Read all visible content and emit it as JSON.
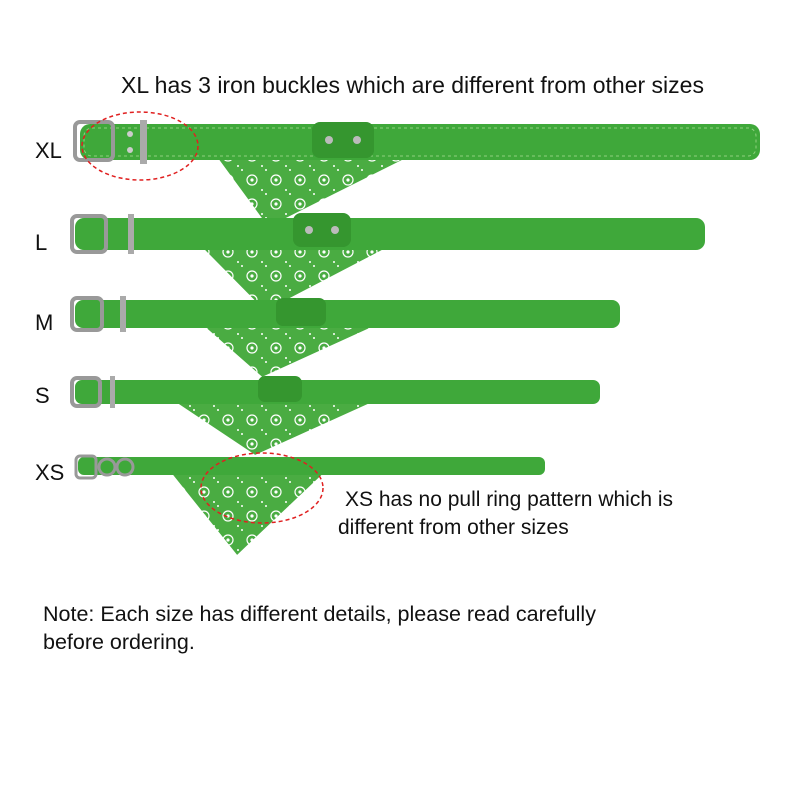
{
  "headline": "XL has 3 iron buckles which are different from other sizes",
  "sizes": [
    {
      "label": "XL"
    },
    {
      "label": "L"
    },
    {
      "label": "M"
    },
    {
      "label": "S"
    },
    {
      "label": "XS"
    }
  ],
  "xs_note": {
    "line1": "XS has no pull ring pattern which is",
    "line2": "different from other sizes"
  },
  "footer_note": {
    "line1": "Note: Each size has different details, please read carefully",
    "line2": "before ordering."
  },
  "colors": {
    "collar_green": "#3fa83a",
    "bandana_green": "#52b248",
    "highlight_red": "#e02020"
  }
}
